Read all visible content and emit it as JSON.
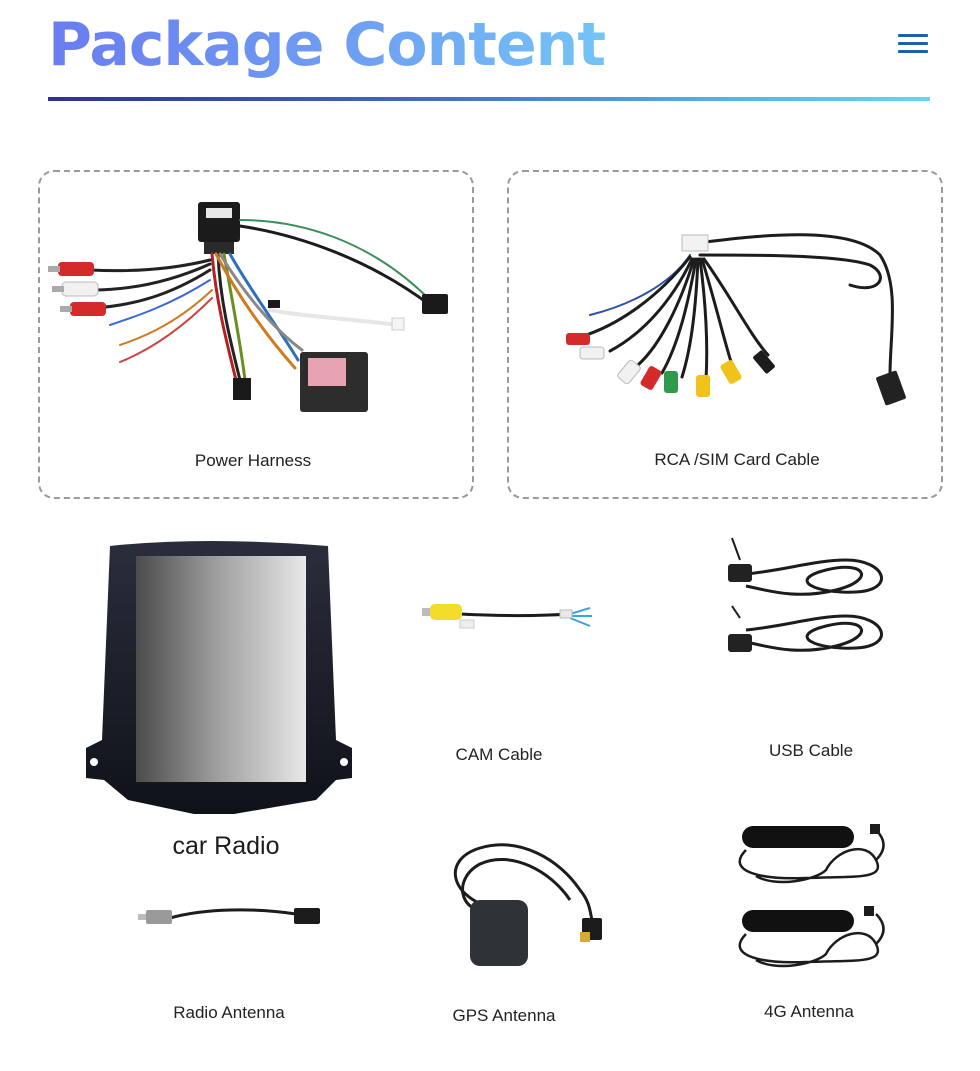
{
  "header": {
    "title": "Package Content"
  },
  "items": [
    {
      "label": "Power Harness"
    },
    {
      "label": "RCA /SIM Card Cable"
    },
    {
      "label": "car Radio"
    },
    {
      "label": "CAM Cable"
    },
    {
      "label": "USB Cable"
    },
    {
      "label": "Radio Antenna"
    },
    {
      "label": "GPS Antenna"
    },
    {
      "label": "4G Antenna"
    }
  ],
  "colors": {
    "title_gradient_start": "#6a7cf0",
    "title_gradient_end": "#73c4f6",
    "divider_start": "#2e2f98",
    "divider_end": "#5fd9f4",
    "menu_icon": "#1f5ea8"
  },
  "icons": {
    "menu": "hamburger-menu-icon"
  }
}
